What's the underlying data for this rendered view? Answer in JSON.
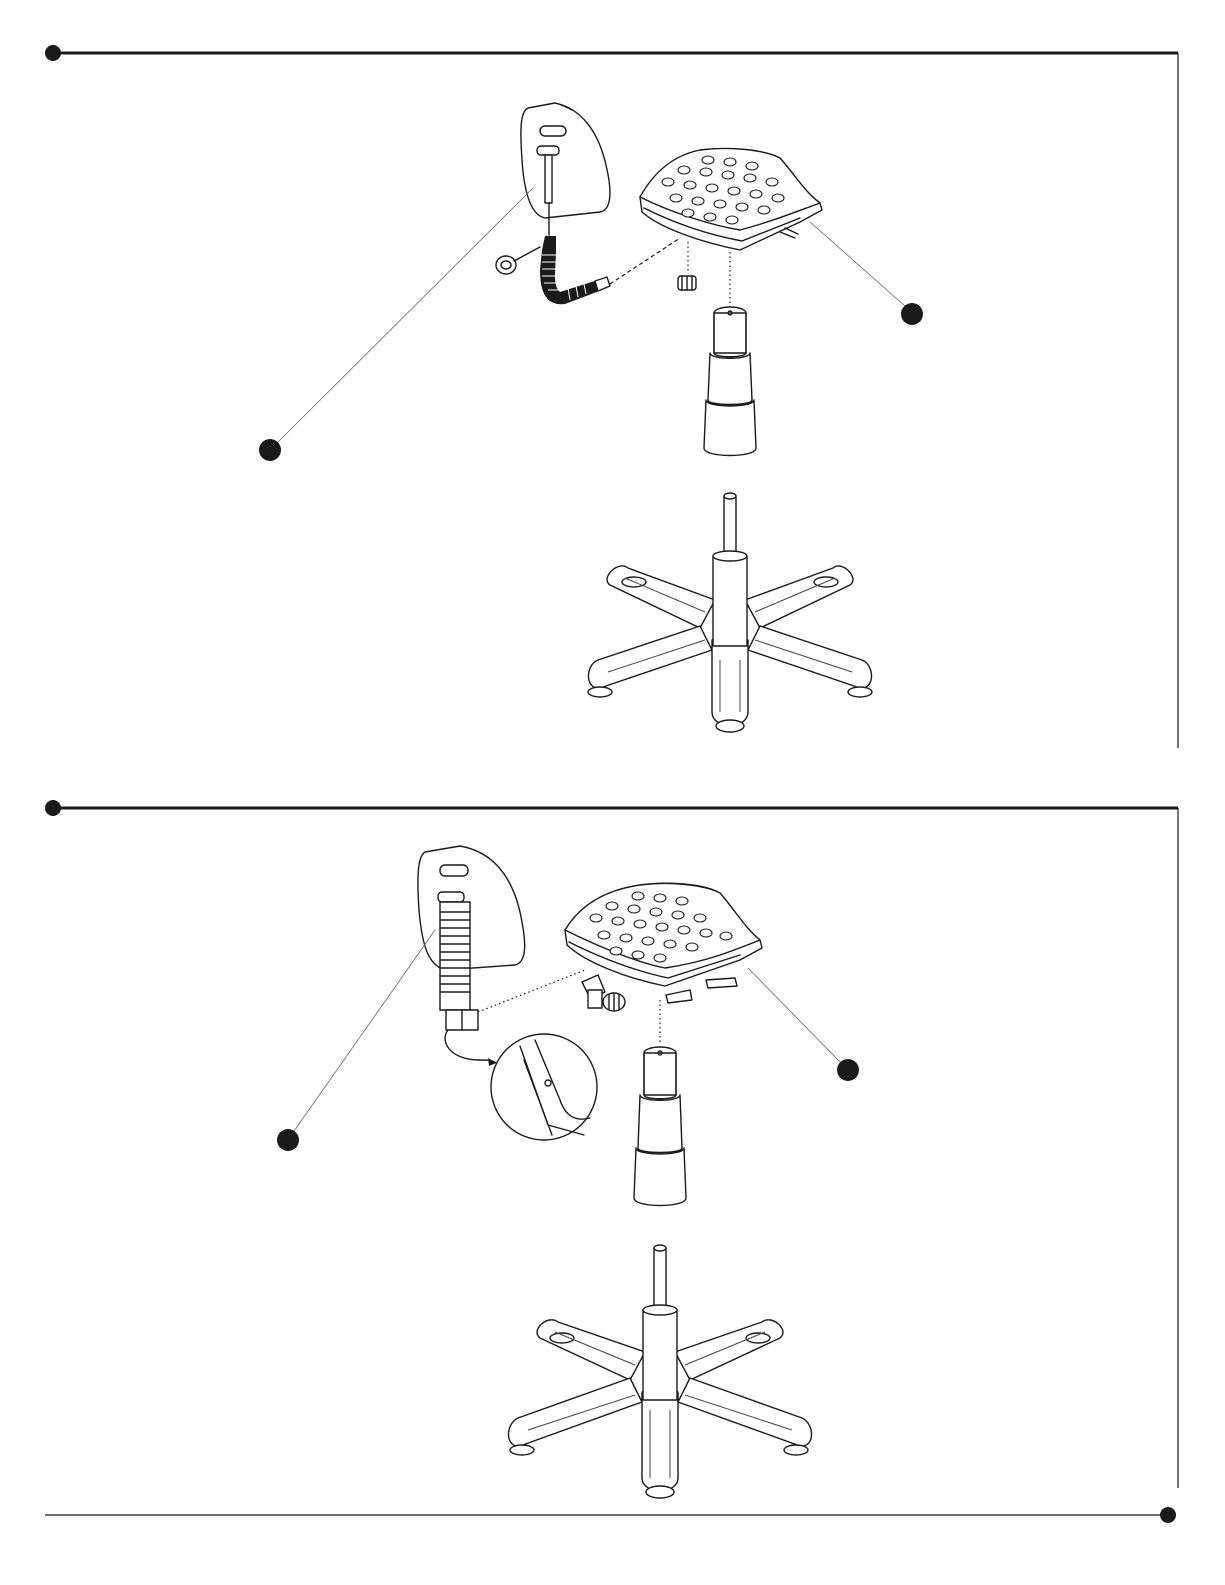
{
  "document": {
    "type": "assembly-instructions",
    "steps": [
      {
        "id": "step-1",
        "callouts": [
          {
            "id": "backrest"
          },
          {
            "id": "seat"
          }
        ]
      },
      {
        "id": "step-2",
        "callouts": [
          {
            "id": "backrest"
          },
          {
            "id": "seat"
          }
        ],
        "has_detail_view": true
      }
    ]
  },
  "colors": {
    "ink": "#1a1a1a",
    "paper": "#ffffff"
  }
}
